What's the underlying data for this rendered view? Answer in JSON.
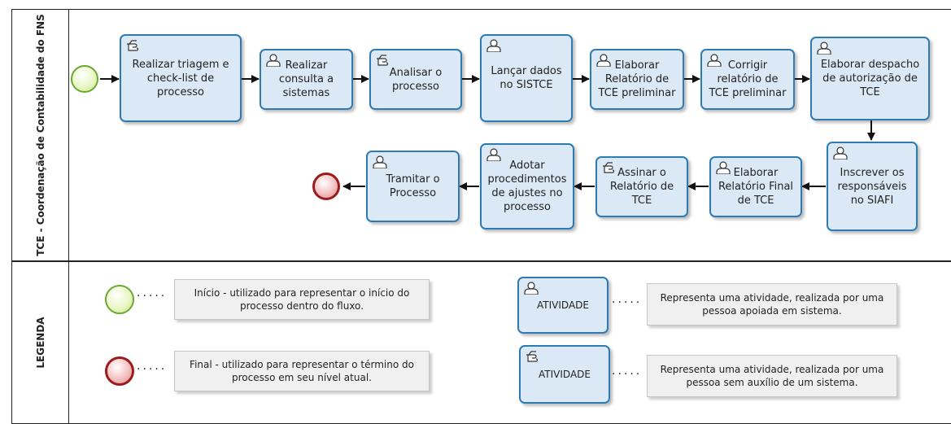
{
  "lanes": {
    "process": "TCE - Coordenação de Contabilidade do FNS",
    "legend": "LEGENDA"
  },
  "icons": {
    "user": "user-task-icon",
    "manual": "manual-task-icon"
  },
  "colors": {
    "task_fill": "#dbe9f6",
    "task_border": "#2e7bb3",
    "start_border": "#6aa832",
    "end_border": "#9b1c1c"
  },
  "tasks": [
    {
      "text": "Realizar triagem e\ncheck-list de\nprocesso",
      "icon": "manual"
    },
    {
      "text": "Realizar\nconsulta a\nsistemas",
      "icon": "user"
    },
    {
      "text": "Analisar o\nprocesso",
      "icon": "manual"
    },
    {
      "text": "Lançar dados\nno SISTCE",
      "icon": "user"
    },
    {
      "text": "Elaborar\nRelatório de\nTCE preliminar",
      "icon": "user"
    },
    {
      "text": "Corrigir\nrelatório de\nTCE preliminar",
      "icon": "user"
    },
    {
      "text": "Elaborar despacho\nde autorização de\nTCE",
      "icon": "user"
    },
    {
      "text": "Inscrever os\nresponsáveis\nno SIAFI",
      "icon": "user"
    },
    {
      "text": "Elaborar\nRelatório Final\nde TCE",
      "icon": "user"
    },
    {
      "text": "Assinar o\nRelatório de\nTCE",
      "icon": "manual"
    },
    {
      "text": "Adotar\nprocedimentos\nde ajustes no\nprocesso",
      "icon": "user"
    },
    {
      "text": "Tramitar o\nProcesso",
      "icon": "user"
    }
  ],
  "legend": {
    "start_note": "Início - utilizado para representar o início do\nprocesso dentro do fluxo.",
    "end_note": "Final - utilizado para representar o término do\nprocesso em seu nível atual.",
    "user_activity_label": "ATIVIDADE",
    "user_activity_note": "Representa uma atividade, realizada por uma\npessoa apoiada em sistema.",
    "manual_activity_label": "ATIVIDADE",
    "manual_activity_note": "Representa uma atividade, realizada por uma\npessoa sem auxílio de um sistema."
  }
}
